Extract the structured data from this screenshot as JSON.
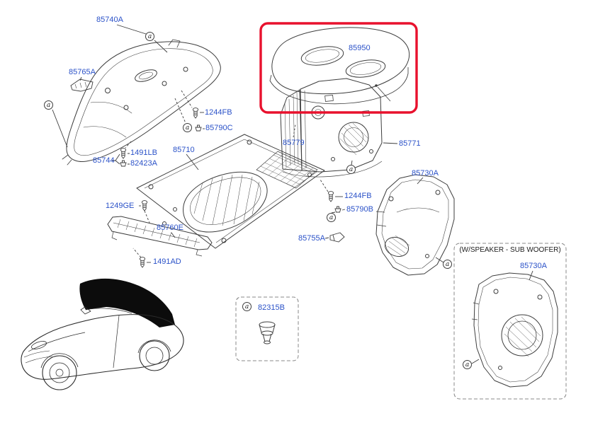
{
  "diagram": {
    "marker_letter": "a",
    "note_title": "(W/SPEAKER - SUB WOOFER)",
    "highlight_color": "#e8112d",
    "label_color": "#2b52c8",
    "labels": {
      "p85740a": "85740A",
      "p85765a": "85765A",
      "p1244fb_a": "1244FB",
      "p85790c": "85790C",
      "p85744": "85744",
      "p1491lb": "1491LB",
      "p82423a": "82423A",
      "p85710": "85710",
      "p85779": "85779",
      "p85950": "85950",
      "p85771": "85771",
      "p85730a_right": "85730A",
      "p1244fb_b": "1244FB",
      "p85790b": "85790B",
      "p1249ge": "1249GE",
      "p85760e": "85760E",
      "p85755a": "85755A",
      "p1491ad": "1491AD",
      "p82315b": "82315B",
      "p85730a_woofer": "85730A"
    }
  }
}
